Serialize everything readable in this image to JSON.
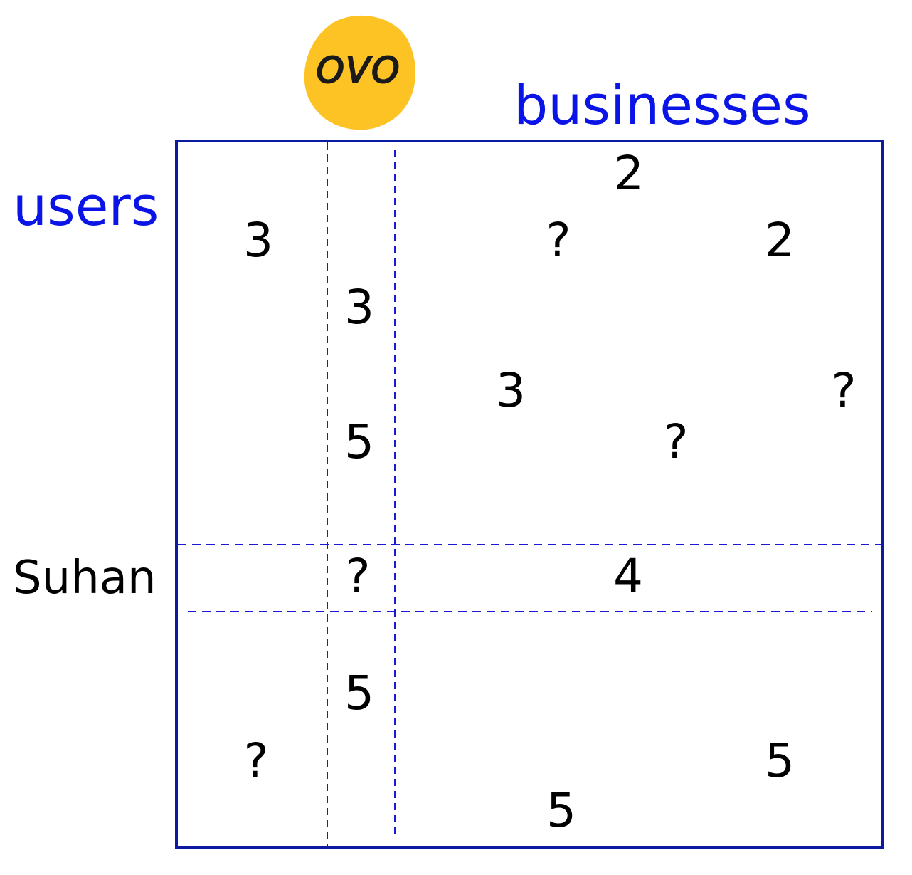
{
  "colors": {
    "axis_label": "#0a14e6",
    "frame": "#0b1a9e",
    "dashed_line": "#1a1ad6",
    "logo_fill": "#fdc324",
    "logo_text": "#1a1a1a",
    "text": "#000000"
  },
  "labels": {
    "businesses": "businesses",
    "users": "users",
    "highlighted_user": "Suhan"
  },
  "logo": {
    "text": "OVO"
  },
  "ratings": [
    {
      "value": "2"
    },
    {
      "value": "3"
    },
    {
      "value": "?"
    },
    {
      "value": "2"
    },
    {
      "value": "3"
    },
    {
      "value": "3"
    },
    {
      "value": "?"
    },
    {
      "value": "5"
    },
    {
      "value": "?"
    },
    {
      "value": "?"
    },
    {
      "value": "4"
    },
    {
      "value": "5"
    },
    {
      "value": "?"
    },
    {
      "value": "5"
    },
    {
      "value": "5"
    }
  ]
}
